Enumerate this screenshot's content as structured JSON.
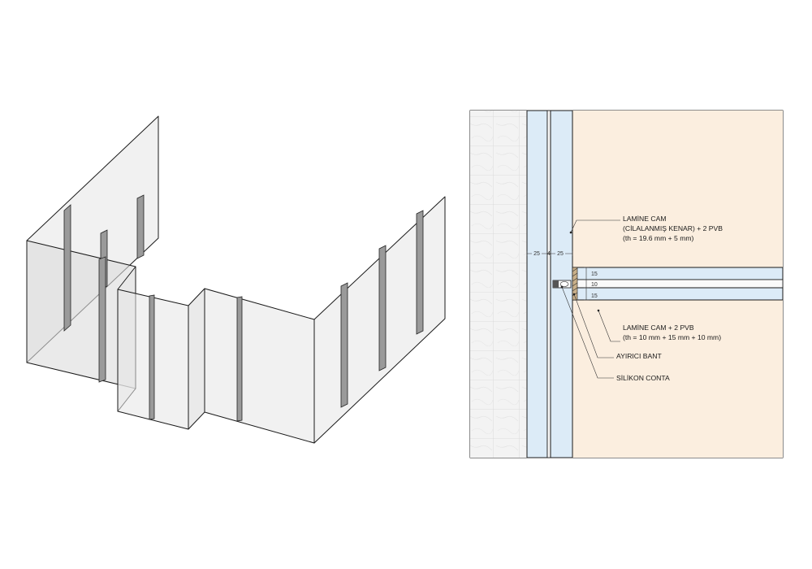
{
  "colors": {
    "glass_blue": "#dcebf7",
    "wall_cream": "#fbeedf",
    "marble": "#f2f2f2",
    "line": "#1a1a1a"
  },
  "detail": {
    "callouts": [
      {
        "lines": [
          "LAMİNE CAM",
          "(CİLALANMIŞ KENAR) + 2 PVB",
          "(th = 19.6 mm + 5 mm)"
        ]
      },
      {
        "lines": [
          "LAMİNE CAM + 2 PVB",
          "(th = 10 mm + 15 mm + 10 mm)"
        ]
      },
      {
        "lines": [
          "AYIRICI BANT"
        ]
      },
      {
        "lines": [
          "SİLİKON CONTA"
        ]
      }
    ],
    "dimensions": {
      "horizontal": [
        "25",
        "4",
        "25"
      ],
      "vertical": [
        "15",
        "10",
        "15"
      ]
    }
  }
}
